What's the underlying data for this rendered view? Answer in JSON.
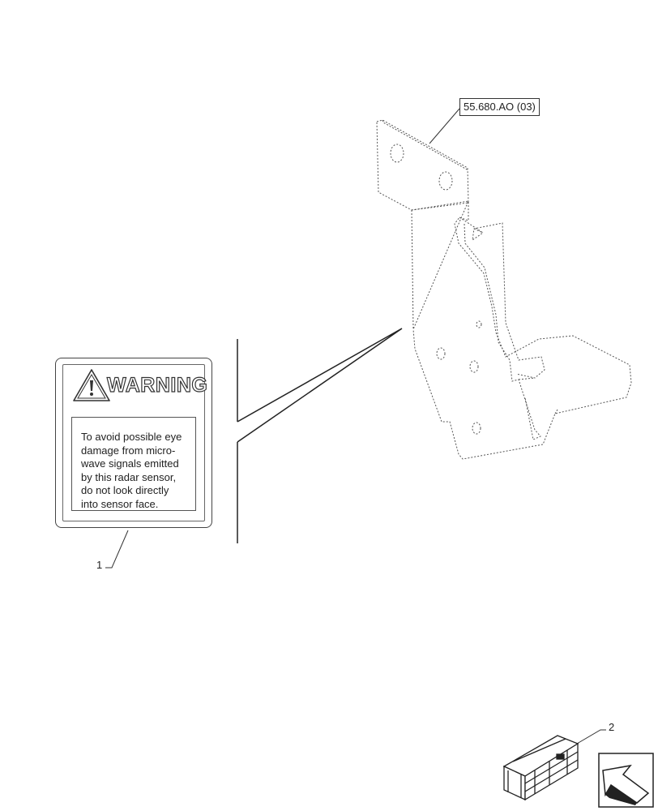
{
  "reference_tag": "55.680.AO (03)",
  "warning_decal": {
    "title": "WARNING",
    "message_lines": [
      "To avoid possible eye",
      "damage from micro-",
      "wave signals emitted",
      "by this radar sensor,",
      "do not look directly",
      "into sensor face."
    ]
  },
  "callouts": {
    "item_1": "1",
    "item_2": "2"
  },
  "icons": {
    "warning_symbol": "warning-triangle-icon",
    "kit_box": "wooden-crate-icon",
    "navigation": "arrow-nav-icon"
  }
}
